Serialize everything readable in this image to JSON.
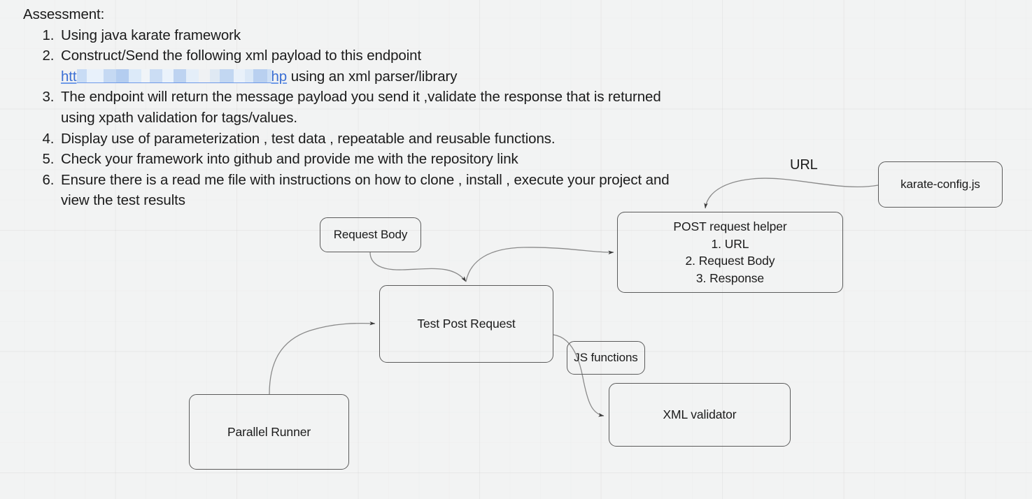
{
  "document": {
    "heading": "Assessment:",
    "items": [
      "Using java karate framework",
      "Construct/Send the following xml payload to this endpoint",
      "The endpoint will return the message payload you send it ,validate the response that is returned using xpath validation for tags/values.",
      "Display use of parameterization , test data , repeatable and reusable functions.",
      "Check your framework into github and provide me with the repository link",
      "Ensure there is a read me file with instructions on how to clone , install , execute your project and view the test results"
    ],
    "link": {
      "prefix": "htt",
      "redacted": true,
      "suffix": "hp",
      "trailing_text": " using an xml parser/library",
      "color": "#3b6fd4"
    }
  },
  "diagram": {
    "type": "flowchart",
    "background_color": "#f2f3f3",
    "node_border_color": "#5b5b5b",
    "edge_color": "#6b6b6b",
    "nodes": [
      {
        "id": "request-body",
        "label": "Request Body"
      },
      {
        "id": "post-helper",
        "label": "POST request helper\n1. URL\n2. Request Body\n3. Response"
      },
      {
        "id": "karate-config",
        "label": "karate-config.js"
      },
      {
        "id": "test-post",
        "label": "Test Post Request"
      },
      {
        "id": "js-functions",
        "label": "JS functions"
      },
      {
        "id": "xml-validator",
        "label": "XML validator"
      },
      {
        "id": "parallel-runner",
        "label": "Parallel Runner"
      }
    ],
    "free_labels": [
      {
        "id": "url-label",
        "label": "URL"
      }
    ],
    "edges": [
      {
        "from": "karate-config",
        "to": "post-helper",
        "label": "URL"
      },
      {
        "from": "request-body",
        "to": "test-post",
        "label": ""
      },
      {
        "from": "test-post",
        "to": "post-helper",
        "label": ""
      },
      {
        "from": "parallel-runner",
        "to": "test-post",
        "label": ""
      },
      {
        "from": "test-post",
        "to": "xml-validator",
        "label": "JS functions"
      }
    ]
  }
}
